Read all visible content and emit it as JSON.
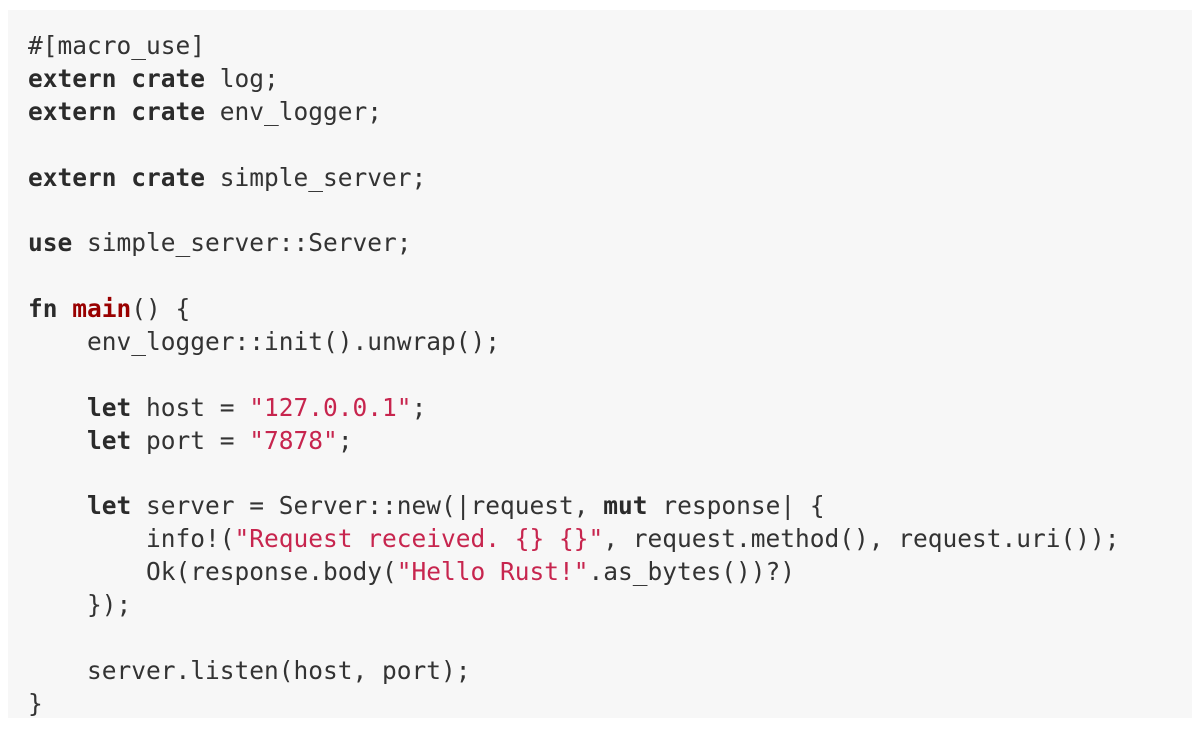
{
  "colors": {
    "background": "#ffffff",
    "code_background": "#f7f7f7",
    "text": "#333333",
    "keyword": "#2b2b2b",
    "function_name": "#990000",
    "string": "#c7254e"
  },
  "code": {
    "language": "rust",
    "lines": [
      [
        {
          "t": "#[macro_use]",
          "k": "plain"
        }
      ],
      [
        {
          "t": "extern",
          "k": "kw"
        },
        {
          "t": " ",
          "k": "plain"
        },
        {
          "t": "crate",
          "k": "kw"
        },
        {
          "t": " log;",
          "k": "plain"
        }
      ],
      [
        {
          "t": "extern",
          "k": "kw"
        },
        {
          "t": " ",
          "k": "plain"
        },
        {
          "t": "crate",
          "k": "kw"
        },
        {
          "t": " env_logger;",
          "k": "plain"
        }
      ],
      [],
      [
        {
          "t": "extern",
          "k": "kw"
        },
        {
          "t": " ",
          "k": "plain"
        },
        {
          "t": "crate",
          "k": "kw"
        },
        {
          "t": " simple_server;",
          "k": "plain"
        }
      ],
      [],
      [
        {
          "t": "use",
          "k": "kw"
        },
        {
          "t": " simple_server::Server;",
          "k": "plain"
        }
      ],
      [],
      [
        {
          "t": "fn",
          "k": "kw"
        },
        {
          "t": " ",
          "k": "plain"
        },
        {
          "t": "main",
          "k": "fn"
        },
        {
          "t": "() {",
          "k": "plain"
        }
      ],
      [
        {
          "t": "    env_logger::init().unwrap();",
          "k": "plain"
        }
      ],
      [],
      [
        {
          "t": "    ",
          "k": "plain"
        },
        {
          "t": "let",
          "k": "kw"
        },
        {
          "t": " host = ",
          "k": "plain"
        },
        {
          "t": "\"127.0.0.1\"",
          "k": "str"
        },
        {
          "t": ";",
          "k": "plain"
        }
      ],
      [
        {
          "t": "    ",
          "k": "plain"
        },
        {
          "t": "let",
          "k": "kw"
        },
        {
          "t": " port = ",
          "k": "plain"
        },
        {
          "t": "\"7878\"",
          "k": "str"
        },
        {
          "t": ";",
          "k": "plain"
        }
      ],
      [],
      [
        {
          "t": "    ",
          "k": "plain"
        },
        {
          "t": "let",
          "k": "kw"
        },
        {
          "t": " server = Server::new(|request, ",
          "k": "plain"
        },
        {
          "t": "mut",
          "k": "kw"
        },
        {
          "t": " response| {",
          "k": "plain"
        }
      ],
      [
        {
          "t": "        info!(",
          "k": "plain"
        },
        {
          "t": "\"Request received. {} {}\"",
          "k": "str"
        },
        {
          "t": ", request.method(), request.uri());",
          "k": "plain"
        }
      ],
      [
        {
          "t": "        Ok(response.body(",
          "k": "plain"
        },
        {
          "t": "\"Hello Rust!\"",
          "k": "str"
        },
        {
          "t": ".as_bytes())?)",
          "k": "plain"
        }
      ],
      [
        {
          "t": "    });",
          "k": "plain"
        }
      ],
      [],
      [
        {
          "t": "    server.listen(host, port);",
          "k": "plain"
        }
      ],
      [
        {
          "t": "}",
          "k": "plain"
        }
      ]
    ]
  }
}
